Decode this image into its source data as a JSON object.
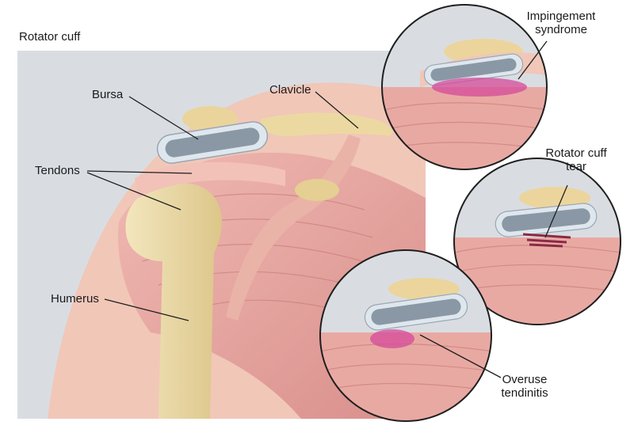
{
  "title": "Rotator cuff",
  "labels": {
    "bursa": "Bursa",
    "clavicle": "Clavicle",
    "tendons": "Tendons",
    "humerus": "Humerus",
    "impingement_line1": "Impingement",
    "impingement_line2": "syndrome",
    "tear_line1": "Rotator cuff",
    "tear_line2": "tear",
    "overuse_line1": "Overuse",
    "overuse_line2": "tendinitis"
  },
  "colors": {
    "background_panel": "#d9dde2",
    "muscle": "#e8a8a3",
    "bone": "#eedfb0",
    "bursa_fill": "#8a98a6",
    "bursa_rim": "#dfe7ee",
    "inflammation": "#d44a9a",
    "tear": "#8a2a46"
  }
}
